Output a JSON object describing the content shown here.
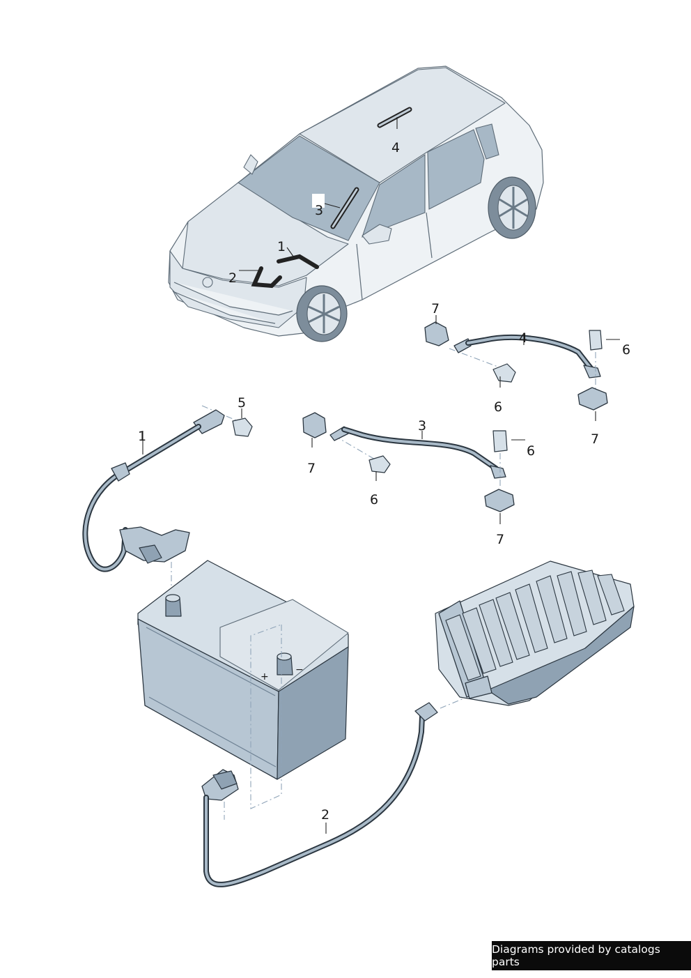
{
  "diagram": {
    "callouts": {
      "car_1": "1",
      "car_2": "2",
      "car_3": "3",
      "car_4": "4",
      "c1": "1",
      "c2": "2",
      "c3": "3",
      "c4": "4",
      "c5": "5",
      "c6a": "6",
      "c6b": "6",
      "c6c": "6",
      "c6d": "6",
      "c7a": "7",
      "c7b": "7",
      "c7c": "7",
      "c7d": "7"
    },
    "battery_symbols": {
      "plus": "+",
      "minus": "−"
    }
  },
  "footer": {
    "text": "Diagrams provided by catalogs parts"
  }
}
